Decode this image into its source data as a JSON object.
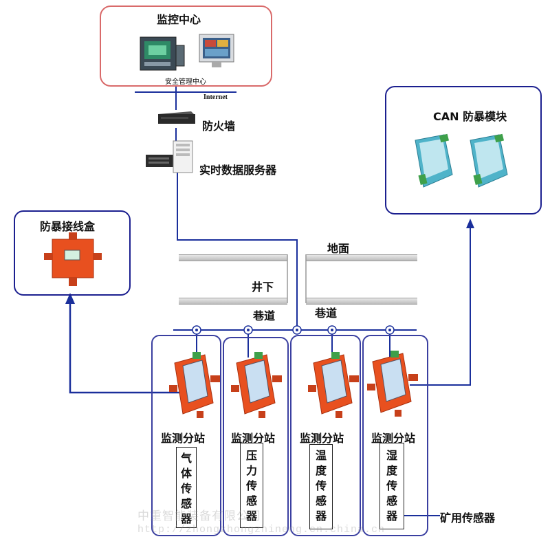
{
  "control_center": {
    "title": "监控中心",
    "caption": "安全管理中心",
    "network_label": "Internet"
  },
  "firewall": {
    "label": "防火墙"
  },
  "server": {
    "label": "实时数据服务器"
  },
  "can_module": {
    "title": "CAN 防暴模块"
  },
  "junction_box": {
    "title": "防暴接线盒"
  },
  "ground": {
    "surface_label": "地面",
    "underground_label": "井下",
    "tunnel_label_left": "巷道",
    "tunnel_label_right": "巷道"
  },
  "stations": [
    {
      "label": "监测分站",
      "sensor": "气体传感器"
    },
    {
      "label": "监测分站",
      "sensor": "压力传感器"
    },
    {
      "label": "监测分站",
      "sensor": "温度传感器"
    },
    {
      "label": "监测分站",
      "sensor": "湿度传感器"
    }
  ],
  "mine_sensor_label": "矿用传感器",
  "watermark": {
    "line1": "中重智能装备有限公司",
    "line2": "http://zhongzhongzhineng.cn.china.cn"
  },
  "colors": {
    "network_line": "#1a2f9b",
    "control_border": "#d96a6a",
    "box_border": "#1b1f8f",
    "device_red": "#e8501f",
    "module_teal": "#4fb3c9"
  }
}
